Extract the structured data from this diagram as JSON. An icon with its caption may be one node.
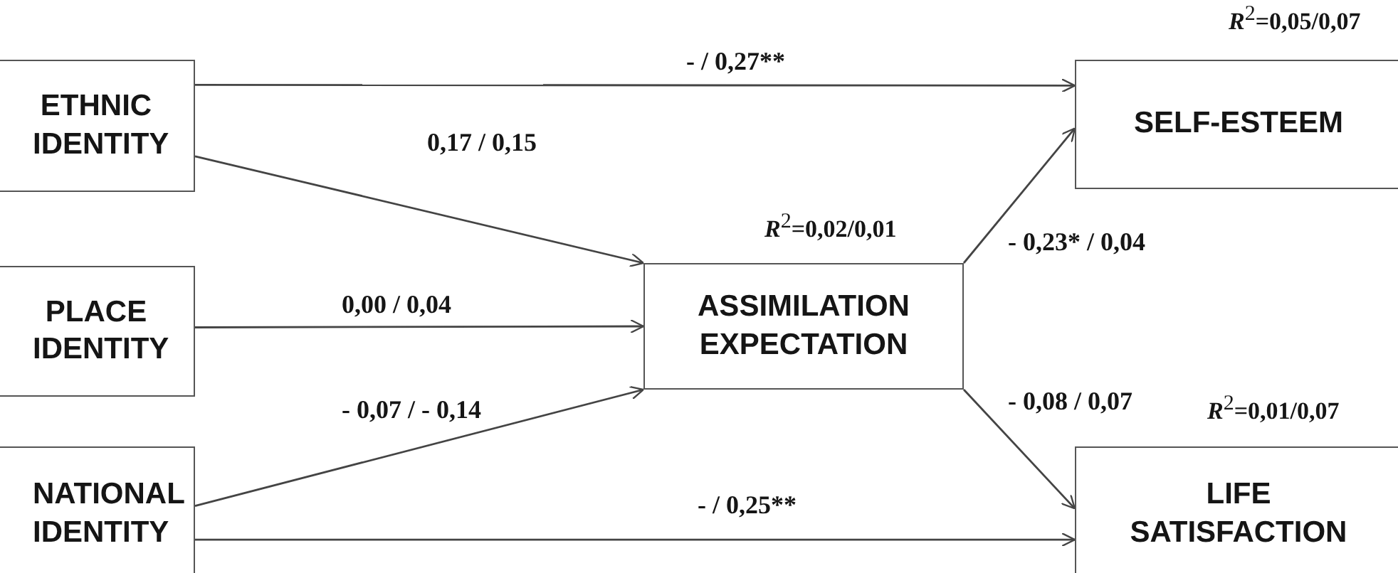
{
  "diagram": {
    "nodes": [
      {
        "text": [
          "ETHNIC IDENTITY"
        ]
      },
      {
        "text": [
          "PLACE IDENTITY"
        ]
      },
      {
        "text": [
          "NATIONAL IDENTITY"
        ]
      },
      {
        "text": [
          "ASSIMILATION EXPECTATION"
        ],
        "beside": [
          "*R*$^{2}$=0,02/0,01"
        ]
      },
      {
        "text": [
          "SELF-ESTEEM"
        ],
        "beside": [
          "*R*$^{2}$=0,05/0,07"
        ]
      },
      {
        "text": [
          "LIFE SATISFACTION"
        ],
        "beside": [
          "*R*$^{2}$=0,01/0,07"
        ]
      }
    ],
    "edges": [
      {
        "from": 0,
        "to": 4,
        "arrow": "to",
        "label": "- / 0,27**"
      },
      {
        "from": 0,
        "to": 3,
        "arrow": "to",
        "label": "0,17 / 0,15"
      },
      {
        "from": 1,
        "to": 3,
        "arrow": "to",
        "label": "0,00 / 0,04"
      },
      {
        "from": 2,
        "to": 3,
        "arrow": "to",
        "label": "- 0,07 / - 0,14"
      },
      {
        "from": 2,
        "to": 5,
        "arrow": "to",
        "label": "- / 0,25**"
      },
      {
        "from": 3,
        "to": 4,
        "arrow": "to",
        "label": "- 0,23* / 0,04"
      },
      {
        "from": 3,
        "to": 5,
        "arrow": "to",
        "label": "- 0,08 / 0,07"
      }
    ]
  }
}
